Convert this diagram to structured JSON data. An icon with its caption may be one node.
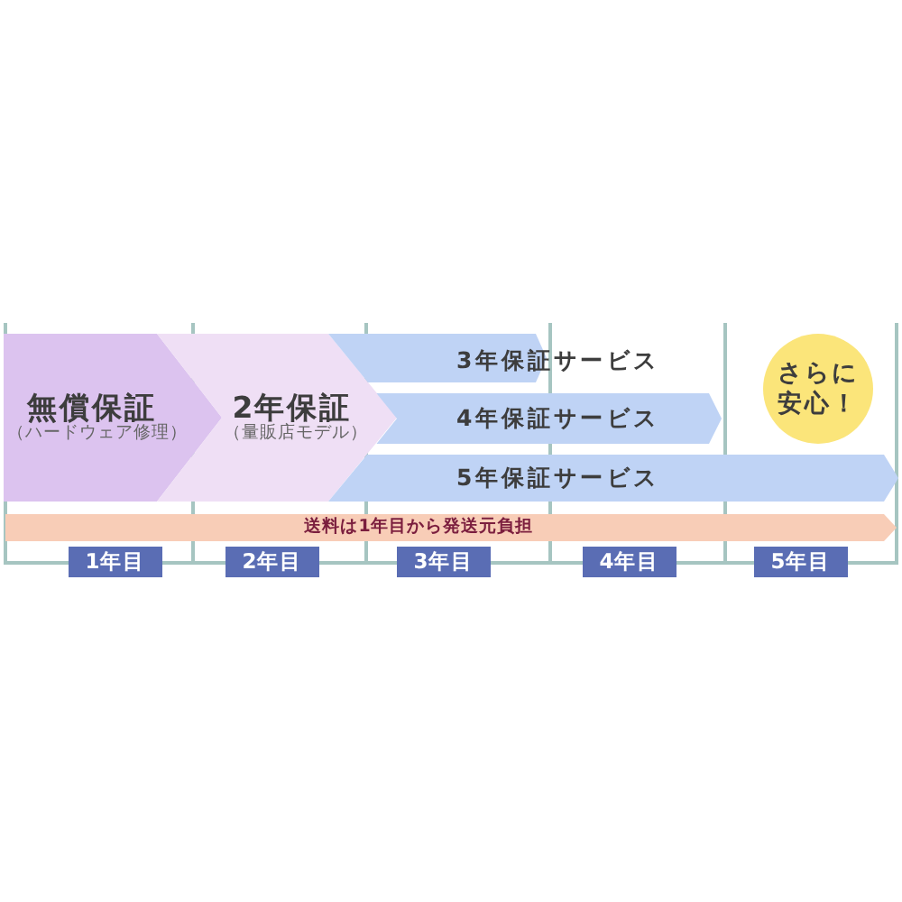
{
  "diagram": {
    "nodes": [
      {
        "text": [
          "無償保証",
          "（ハードウェア修理）"
        ]
      },
      {
        "text": [
          "2年保証",
          "（量販店モデル）"
        ]
      },
      {
        "text": [
          "3年保証サービス"
        ]
      },
      {
        "text": [
          "4年保証サービス"
        ]
      },
      {
        "text": [
          "5年保証サービス"
        ]
      },
      {
        "text": [
          "さらに安心！"
        ]
      },
      {
        "text": [
          "送料は1年目から発送元負担"
        ]
      },
      {
        "text": [
          "1年目"
        ]
      },
      {
        "text": [
          "2年目"
        ]
      },
      {
        "text": [
          "3年目"
        ]
      },
      {
        "text": [
          "4年目"
        ]
      },
      {
        "text": [
          "5年目"
        ]
      }
    ]
  }
}
